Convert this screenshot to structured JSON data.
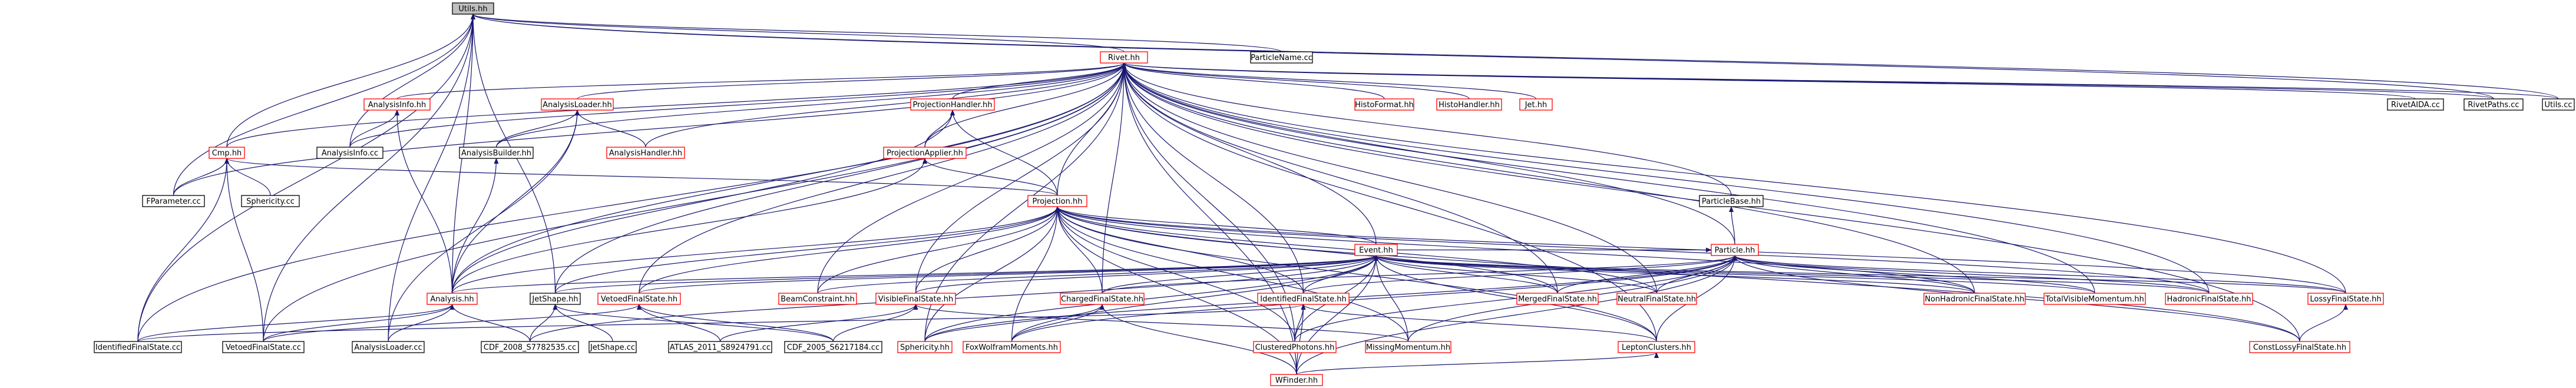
{
  "colors": {
    "background": "#ffffff",
    "edge": "#191970",
    "node_border_default": "#000000",
    "node_border_linked": "#ff0000",
    "node_fill": "#ffffff",
    "node_fill_highlight": "#bfbfbf",
    "text": "#000000"
  },
  "nodes": [
    {
      "id": "utils_hh",
      "label": "Utils.hh",
      "style": "highlight"
    },
    {
      "id": "particlename_cc",
      "label": "ParticleName.cc",
      "style": "default"
    },
    {
      "id": "rivet_hh",
      "label": "Rivet.hh",
      "style": "linked"
    },
    {
      "id": "histoformat_hh",
      "label": "HistoFormat.hh",
      "style": "linked"
    },
    {
      "id": "histohandler_hh",
      "label": "HistoHandler.hh",
      "style": "linked"
    },
    {
      "id": "jet_hh",
      "label": "Jet.hh",
      "style": "linked"
    },
    {
      "id": "rivetaida_cc",
      "label": "RivetAIDA.cc",
      "style": "default"
    },
    {
      "id": "rivetpaths_cc",
      "label": "RivetPaths.cc",
      "style": "default"
    },
    {
      "id": "utils_cc",
      "label": "Utils.cc",
      "style": "default"
    },
    {
      "id": "analysisinfo_hh",
      "label": "AnalysisInfo.hh",
      "style": "linked"
    },
    {
      "id": "analysisloader_hh",
      "label": "AnalysisLoader.hh",
      "style": "linked"
    },
    {
      "id": "projectionhandler_hh",
      "label": "ProjectionHandler.hh",
      "style": "linked"
    },
    {
      "id": "analysisinfo_cc",
      "label": "AnalysisInfo.cc",
      "style": "default"
    },
    {
      "id": "analysisbuilder_hh",
      "label": "AnalysisBuilder.hh",
      "style": "default"
    },
    {
      "id": "analysishandler_hh",
      "label": "AnalysisHandler.hh",
      "style": "linked"
    },
    {
      "id": "projectionapplier_hh",
      "label": "ProjectionApplier.hh",
      "style": "linked"
    },
    {
      "id": "cmp_hh",
      "label": "Cmp.hh",
      "style": "linked"
    },
    {
      "id": "fparameter_cc",
      "label": "FParameter.cc",
      "style": "default"
    },
    {
      "id": "sphericity_cc",
      "label": "Sphericity.cc",
      "style": "default"
    },
    {
      "id": "projection_hh",
      "label": "Projection.hh",
      "style": "linked"
    },
    {
      "id": "particlebase_hh",
      "label": "ParticleBase.hh",
      "style": "default"
    },
    {
      "id": "event_hh",
      "label": "Event.hh",
      "style": "linked"
    },
    {
      "id": "particle_hh",
      "label": "Particle.hh",
      "style": "linked"
    },
    {
      "id": "analysis_hh",
      "label": "Analysis.hh",
      "style": "linked"
    },
    {
      "id": "jetshape_hh",
      "label": "JetShape.hh",
      "style": "default"
    },
    {
      "id": "vetoedfinalstate_hh",
      "label": "VetoedFinalState.hh",
      "style": "linked"
    },
    {
      "id": "visiblefinalstate_hh",
      "label": "VisibleFinalState.hh",
      "style": "linked"
    },
    {
      "id": "beamconstraint_hh",
      "label": "BeamConstraint.hh",
      "style": "linked"
    },
    {
      "id": "chargedfinalstate_hh",
      "label": "ChargedFinalState.hh",
      "style": "linked"
    },
    {
      "id": "identifiedfinalstate_hh",
      "label": "IdentifiedFinalState.hh",
      "style": "linked"
    },
    {
      "id": "mergedfinalstate_hh",
      "label": "MergedFinalState.hh",
      "style": "linked"
    },
    {
      "id": "neutralfinalstate_hh",
      "label": "NeutralFinalState.hh",
      "style": "linked"
    },
    {
      "id": "nonhadronicfinalstate_hh",
      "label": "NonHadronicFinalState.hh",
      "style": "linked"
    },
    {
      "id": "totalvisiblemomentum_hh",
      "label": "TotalVisibleMomentum.hh",
      "style": "linked"
    },
    {
      "id": "hadronicfinalstate_hh",
      "label": "HadronicFinalState.hh",
      "style": "linked"
    },
    {
      "id": "lossyfinalstate_hh",
      "label": "LossyFinalState.hh",
      "style": "linked"
    },
    {
      "id": "identifiedfinalstate_cc",
      "label": "IdentifiedFinalState.cc",
      "style": "default"
    },
    {
      "id": "vetoedfinalstate_cc",
      "label": "VetoedFinalState.cc",
      "style": "default"
    },
    {
      "id": "analysisloader_cc",
      "label": "AnalysisLoader.cc",
      "style": "default"
    },
    {
      "id": "cdf_2008_s7782535_cc",
      "label": "CDF_2008_S7782535.cc",
      "style": "default"
    },
    {
      "id": "jetshape_cc",
      "label": "JetShape.cc",
      "style": "default"
    },
    {
      "id": "atlas_2011_s8924791_cc",
      "label": "ATLAS_2011_S8924791.cc",
      "style": "default"
    },
    {
      "id": "cdf_2005_s6217184_cc",
      "label": "CDF_2005_S6217184.cc",
      "style": "default"
    },
    {
      "id": "sphericity_hh",
      "label": "Sphericity.hh",
      "style": "linked"
    },
    {
      "id": "foxwolframmoments_hh",
      "label": "FoxWolframMoments.hh",
      "style": "linked"
    },
    {
      "id": "clusteredphotons_hh",
      "label": "ClusteredPhotons.hh",
      "style": "linked"
    },
    {
      "id": "missingmomentum_hh",
      "label": "MissingMomentum.hh",
      "style": "linked"
    },
    {
      "id": "leptonclusters_hh",
      "label": "LeptonClusters.hh",
      "style": "linked"
    },
    {
      "id": "constlossyfinalstate_hh",
      "label": "ConstLossyFinalState.hh",
      "style": "linked"
    },
    {
      "id": "wfinder_hh",
      "label": "WFinder.hh",
      "style": "linked"
    }
  ],
  "edges": [
    [
      "rivet_hh",
      "utils_hh"
    ],
    [
      "particlename_cc",
      "utils_hh"
    ],
    [
      "analysisinfo_cc",
      "utils_hh"
    ],
    [
      "cmp_hh",
      "utils_hh"
    ],
    [
      "fparameter_cc",
      "utils_hh"
    ],
    [
      "analysis_hh",
      "utils_hh"
    ],
    [
      "analysisloader_cc",
      "utils_hh"
    ],
    [
      "identifiedfinalstate_cc",
      "utils_hh"
    ],
    [
      "vetoedfinalstate_cc",
      "utils_hh"
    ],
    [
      "jetshape_hh",
      "utils_hh"
    ],
    [
      "utils_cc",
      "utils_hh"
    ],
    [
      "rivetpaths_cc",
      "utils_hh"
    ],
    [
      "histoformat_hh",
      "rivet_hh"
    ],
    [
      "histohandler_hh",
      "rivet_hh"
    ],
    [
      "jet_hh",
      "rivet_hh"
    ],
    [
      "rivetaida_cc",
      "rivet_hh"
    ],
    [
      "rivetpaths_cc",
      "rivet_hh"
    ],
    [
      "utils_cc",
      "rivet_hh"
    ],
    [
      "analysisinfo_hh",
      "rivet_hh"
    ],
    [
      "analysisloader_hh",
      "rivet_hh"
    ],
    [
      "projectionhandler_hh",
      "rivet_hh"
    ],
    [
      "analysisinfo_cc",
      "rivet_hh"
    ],
    [
      "analysisbuilder_hh",
      "rivet_hh"
    ],
    [
      "analysishandler_hh",
      "rivet_hh"
    ],
    [
      "projectionapplier_hh",
      "rivet_hh"
    ],
    [
      "cmp_hh",
      "rivet_hh"
    ],
    [
      "fparameter_cc",
      "rivet_hh"
    ],
    [
      "projection_hh",
      "rivet_hh"
    ],
    [
      "particlebase_hh",
      "rivet_hh"
    ],
    [
      "event_hh",
      "rivet_hh"
    ],
    [
      "particle_hh",
      "rivet_hh"
    ],
    [
      "analysis_hh",
      "rivet_hh"
    ],
    [
      "jetshape_hh",
      "rivet_hh"
    ],
    [
      "vetoedfinalstate_hh",
      "rivet_hh"
    ],
    [
      "visiblefinalstate_hh",
      "rivet_hh"
    ],
    [
      "beamconstraint_hh",
      "rivet_hh"
    ],
    [
      "chargedfinalstate_hh",
      "rivet_hh"
    ],
    [
      "identifiedfinalstate_hh",
      "rivet_hh"
    ],
    [
      "mergedfinalstate_hh",
      "rivet_hh"
    ],
    [
      "neutralfinalstate_hh",
      "rivet_hh"
    ],
    [
      "nonhadronicfinalstate_hh",
      "rivet_hh"
    ],
    [
      "totalvisiblemomentum_hh",
      "rivet_hh"
    ],
    [
      "hadronicfinalstate_hh",
      "rivet_hh"
    ],
    [
      "lossyfinalstate_hh",
      "rivet_hh"
    ],
    [
      "identifiedfinalstate_cc",
      "rivet_hh"
    ],
    [
      "vetoedfinalstate_cc",
      "rivet_hh"
    ],
    [
      "sphericity_hh",
      "rivet_hh"
    ],
    [
      "leptonclusters_hh",
      "rivet_hh"
    ],
    [
      "constlossyfinalstate_hh",
      "rivet_hh"
    ],
    [
      "wfinder_hh",
      "rivet_hh"
    ],
    [
      "clusteredphotons_hh",
      "rivet_hh"
    ],
    [
      "analysisinfo_cc",
      "analysisinfo_hh"
    ],
    [
      "analysis_hh",
      "analysisinfo_hh"
    ],
    [
      "analysisbuilder_hh",
      "analysisloader_hh"
    ],
    [
      "analysishandler_hh",
      "analysisloader_hh"
    ],
    [
      "analysis_hh",
      "analysisloader_hh"
    ],
    [
      "analysisloader_cc",
      "analysisloader_hh"
    ],
    [
      "projectionapplier_hh",
      "projectionhandler_hh"
    ],
    [
      "projection_hh",
      "projectionhandler_hh"
    ],
    [
      "analysis_hh",
      "projectionhandler_hh"
    ],
    [
      "analysis_hh",
      "analysisbuilder_hh"
    ],
    [
      "projection_hh",
      "projectionapplier_hh"
    ],
    [
      "analysis_hh",
      "projectionapplier_hh"
    ],
    [
      "fparameter_cc",
      "cmp_hh"
    ],
    [
      "sphericity_cc",
      "cmp_hh"
    ],
    [
      "projection_hh",
      "cmp_hh"
    ],
    [
      "identifiedfinalstate_cc",
      "cmp_hh"
    ],
    [
      "vetoedfinalstate_cc",
      "cmp_hh"
    ],
    [
      "event_hh",
      "projection_hh"
    ],
    [
      "analysis_hh",
      "projection_hh"
    ],
    [
      "jetshape_hh",
      "projection_hh"
    ],
    [
      "vetoedfinalstate_hh",
      "projection_hh"
    ],
    [
      "visiblefinalstate_hh",
      "projection_hh"
    ],
    [
      "beamconstraint_hh",
      "projection_hh"
    ],
    [
      "chargedfinalstate_hh",
      "projection_hh"
    ],
    [
      "identifiedfinalstate_hh",
      "projection_hh"
    ],
    [
      "mergedfinalstate_hh",
      "projection_hh"
    ],
    [
      "neutralfinalstate_hh",
      "projection_hh"
    ],
    [
      "nonhadronicfinalstate_hh",
      "projection_hh"
    ],
    [
      "hadronicfinalstate_hh",
      "projection_hh"
    ],
    [
      "lossyfinalstate_hh",
      "projection_hh"
    ],
    [
      "leptonclusters_hh",
      "projection_hh"
    ],
    [
      "constlossyfinalstate_hh",
      "projection_hh"
    ],
    [
      "foxwolframmoments_hh",
      "projection_hh"
    ],
    [
      "clusteredphotons_hh",
      "projection_hh"
    ],
    [
      "missingmomentum_hh",
      "projection_hh"
    ],
    [
      "sphericity_hh",
      "projection_hh"
    ],
    [
      "wfinder_hh",
      "projection_hh"
    ],
    [
      "particle_hh",
      "particlebase_hh"
    ],
    [
      "analysis_hh",
      "event_hh"
    ],
    [
      "jetshape_hh",
      "event_hh"
    ],
    [
      "vetoedfinalstate_hh",
      "event_hh"
    ],
    [
      "visiblefinalstate_hh",
      "event_hh"
    ],
    [
      "beamconstraint_hh",
      "event_hh"
    ],
    [
      "chargedfinalstate_hh",
      "event_hh"
    ],
    [
      "identifiedfinalstate_hh",
      "event_hh"
    ],
    [
      "mergedfinalstate_hh",
      "event_hh"
    ],
    [
      "neutralfinalstate_hh",
      "event_hh"
    ],
    [
      "nonhadronicfinalstate_hh",
      "event_hh"
    ],
    [
      "totalvisiblemomentum_hh",
      "event_hh"
    ],
    [
      "hadronicfinalstate_hh",
      "event_hh"
    ],
    [
      "lossyfinalstate_hh",
      "event_hh"
    ],
    [
      "sphericity_hh",
      "event_hh"
    ],
    [
      "foxwolframmoments_hh",
      "event_hh"
    ],
    [
      "clusteredphotons_hh",
      "event_hh"
    ],
    [
      "missingmomentum_hh",
      "event_hh"
    ],
    [
      "leptonclusters_hh",
      "event_hh"
    ],
    [
      "wfinder_hh",
      "event_hh"
    ],
    [
      "cdf_2008_s7782535_cc",
      "event_hh"
    ],
    [
      "event_hh",
      "particle_hh"
    ],
    [
      "chargedfinalstate_hh",
      "particle_hh"
    ],
    [
      "identifiedfinalstate_hh",
      "particle_hh"
    ],
    [
      "mergedfinalstate_hh",
      "particle_hh"
    ],
    [
      "neutralfinalstate_hh",
      "particle_hh"
    ],
    [
      "nonhadronicfinalstate_hh",
      "particle_hh"
    ],
    [
      "totalvisiblemomentum_hh",
      "particle_hh"
    ],
    [
      "hadronicfinalstate_hh",
      "particle_hh"
    ],
    [
      "lossyfinalstate_hh",
      "particle_hh"
    ],
    [
      "sphericity_hh",
      "particle_hh"
    ],
    [
      "foxwolframmoments_hh",
      "particle_hh"
    ],
    [
      "clusteredphotons_hh",
      "particle_hh"
    ],
    [
      "missingmomentum_hh",
      "particle_hh"
    ],
    [
      "leptonclusters_hh",
      "particle_hh"
    ],
    [
      "constlossyfinalstate_hh",
      "particle_hh"
    ],
    [
      "wfinder_hh",
      "particle_hh"
    ],
    [
      "analysisloader_cc",
      "analysis_hh"
    ],
    [
      "cdf_2008_s7782535_cc",
      "analysis_hh"
    ],
    [
      "identifiedfinalstate_cc",
      "analysis_hh"
    ],
    [
      "vetoedfinalstate_cc",
      "analysis_hh"
    ],
    [
      "jetshape_cc",
      "jetshape_hh"
    ],
    [
      "cdf_2008_s7782535_cc",
      "jetshape_hh"
    ],
    [
      "cdf_2005_s6217184_cc",
      "jetshape_hh"
    ],
    [
      "vetoedfinalstate_cc",
      "vetoedfinalstate_hh"
    ],
    [
      "atlas_2011_s8924791_cc",
      "vetoedfinalstate_hh"
    ],
    [
      "cdf_2005_s6217184_cc",
      "vetoedfinalstate_hh"
    ],
    [
      "missingmomentum_hh",
      "visiblefinalstate_hh"
    ],
    [
      "atlas_2011_s8924791_cc",
      "visiblefinalstate_hh"
    ],
    [
      "cdf_2005_s6217184_cc",
      "visiblefinalstate_hh"
    ],
    [
      "sphericity_hh",
      "chargedfinalstate_hh"
    ],
    [
      "foxwolframmoments_hh",
      "chargedfinalstate_hh"
    ],
    [
      "wfinder_hh",
      "chargedfinalstate_hh"
    ],
    [
      "identifiedfinalstate_cc",
      "identifiedfinalstate_hh"
    ],
    [
      "clusteredphotons_hh",
      "identifiedfinalstate_hh"
    ],
    [
      "leptonclusters_hh",
      "identifiedfinalstate_hh"
    ],
    [
      "wfinder_hh",
      "identifiedfinalstate_hh"
    ],
    [
      "constlossyfinalstate_hh",
      "lossyfinalstate_hh"
    ],
    [
      "wfinder_hh",
      "leptonclusters_hh"
    ]
  ]
}
